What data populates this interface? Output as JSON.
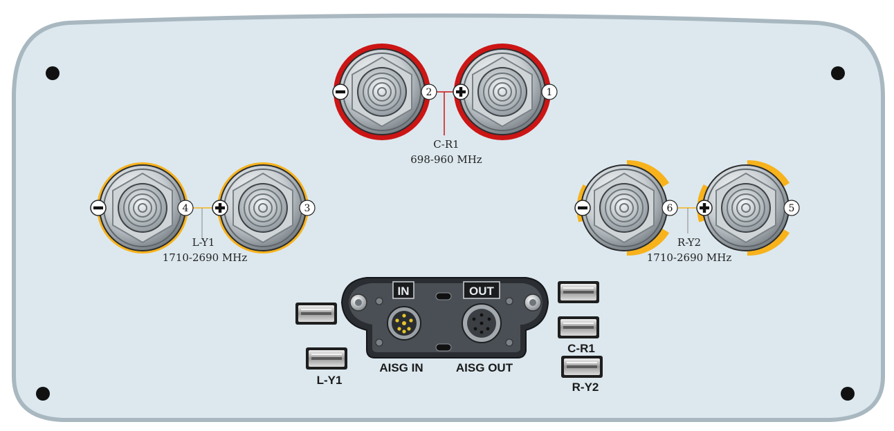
{
  "panel": {
    "fill_color": "#dce8ee",
    "edge_color": "#a9b8c0"
  },
  "bands": {
    "cr1": {
      "label": "C-R1",
      "freq": "698-960 MHz",
      "color": "#cc1515"
    },
    "ly1": {
      "label": "L-Y1",
      "freq": "1710-2690 MHz",
      "color": "#f7b21c"
    },
    "ry2": {
      "label": "R-Y2",
      "freq": "1710-2690 MHz",
      "color": "#f7b21c"
    }
  },
  "ports": [
    {
      "number": "2",
      "polarity": "−"
    },
    {
      "number": "1",
      "polarity": "+"
    },
    {
      "number": "4",
      "polarity": "−"
    },
    {
      "number": "3",
      "polarity": "+"
    },
    {
      "number": "6",
      "polarity": "−"
    },
    {
      "number": "5",
      "polarity": "+"
    }
  ],
  "aisg": {
    "in_tag": "IN",
    "out_tag": "OUT",
    "in_label": "AISG IN",
    "out_label": "AISG OUT"
  },
  "rcu_labels": {
    "left_bottom": "L-Y1",
    "right_middle": "C-R1",
    "right_bottom": "R-Y2"
  }
}
